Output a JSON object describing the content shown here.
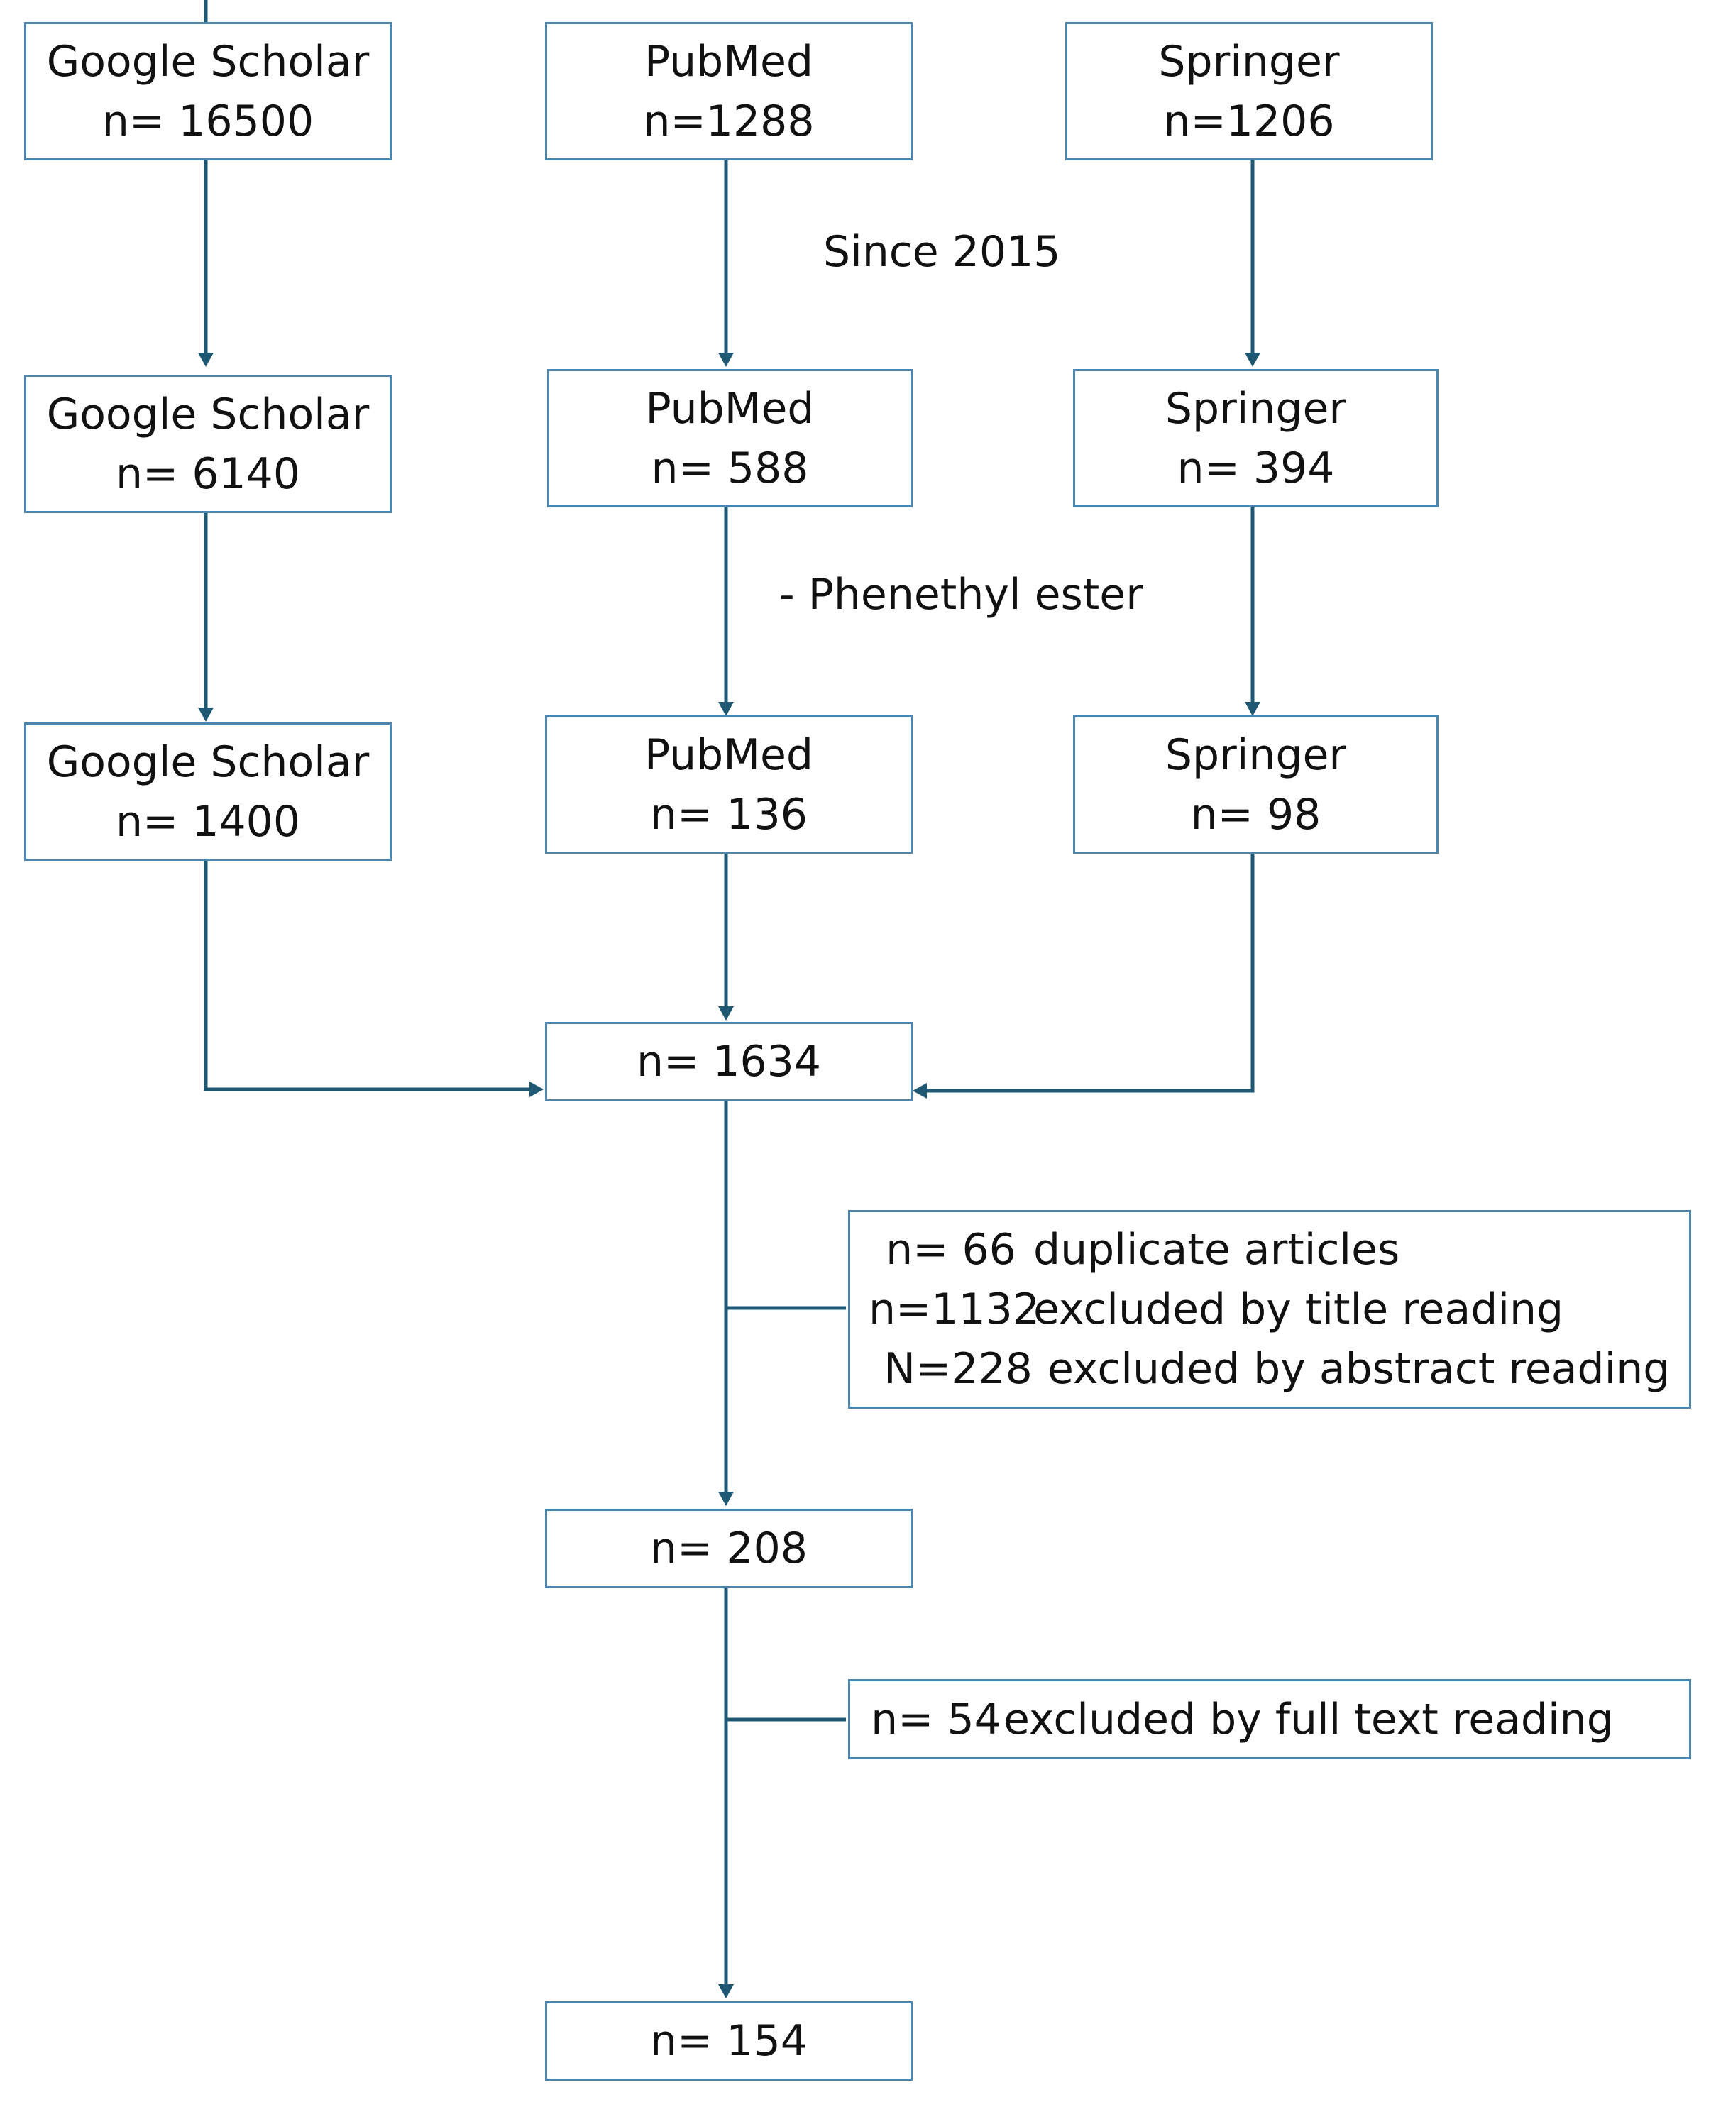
{
  "colors": {
    "line": "#1f5873",
    "box_border": "#4a86b0",
    "text": "#111111"
  },
  "sources_initial": [
    {
      "name": "Google Scholar",
      "count": "n= 16500"
    },
    {
      "name": "PubMed",
      "count": "n=1288"
    },
    {
      "name": "Springer",
      "count": "n=1206"
    }
  ],
  "filter_1": "Since 2015",
  "sources_since_2015": [
    {
      "name": "Google Scholar",
      "count": "n= 6140"
    },
    {
      "name": "PubMed",
      "count": "n= 588"
    },
    {
      "name": "Springer",
      "count": "n= 394"
    }
  ],
  "filter_2": "- Phenethyl ester",
  "sources_phenethyl": [
    {
      "name": "Google Scholar",
      "count": "n= 1400"
    },
    {
      "name": "PubMed",
      "count": "n= 136"
    },
    {
      "name": "Springer",
      "count": "n= 98"
    }
  ],
  "combined": "n= 1634",
  "exclusions_1": [
    {
      "n": "n= 66",
      "reason": "duplicate articles"
    },
    {
      "n": "n=1132",
      "reason": "excluded by title reading"
    },
    {
      "n": "N=228",
      "reason": "excluded by abstract reading"
    }
  ],
  "after_screening": "n= 208",
  "exclusions_2": {
    "n": "n= 54",
    "reason": "excluded by full text reading"
  },
  "final": "n= 154"
}
